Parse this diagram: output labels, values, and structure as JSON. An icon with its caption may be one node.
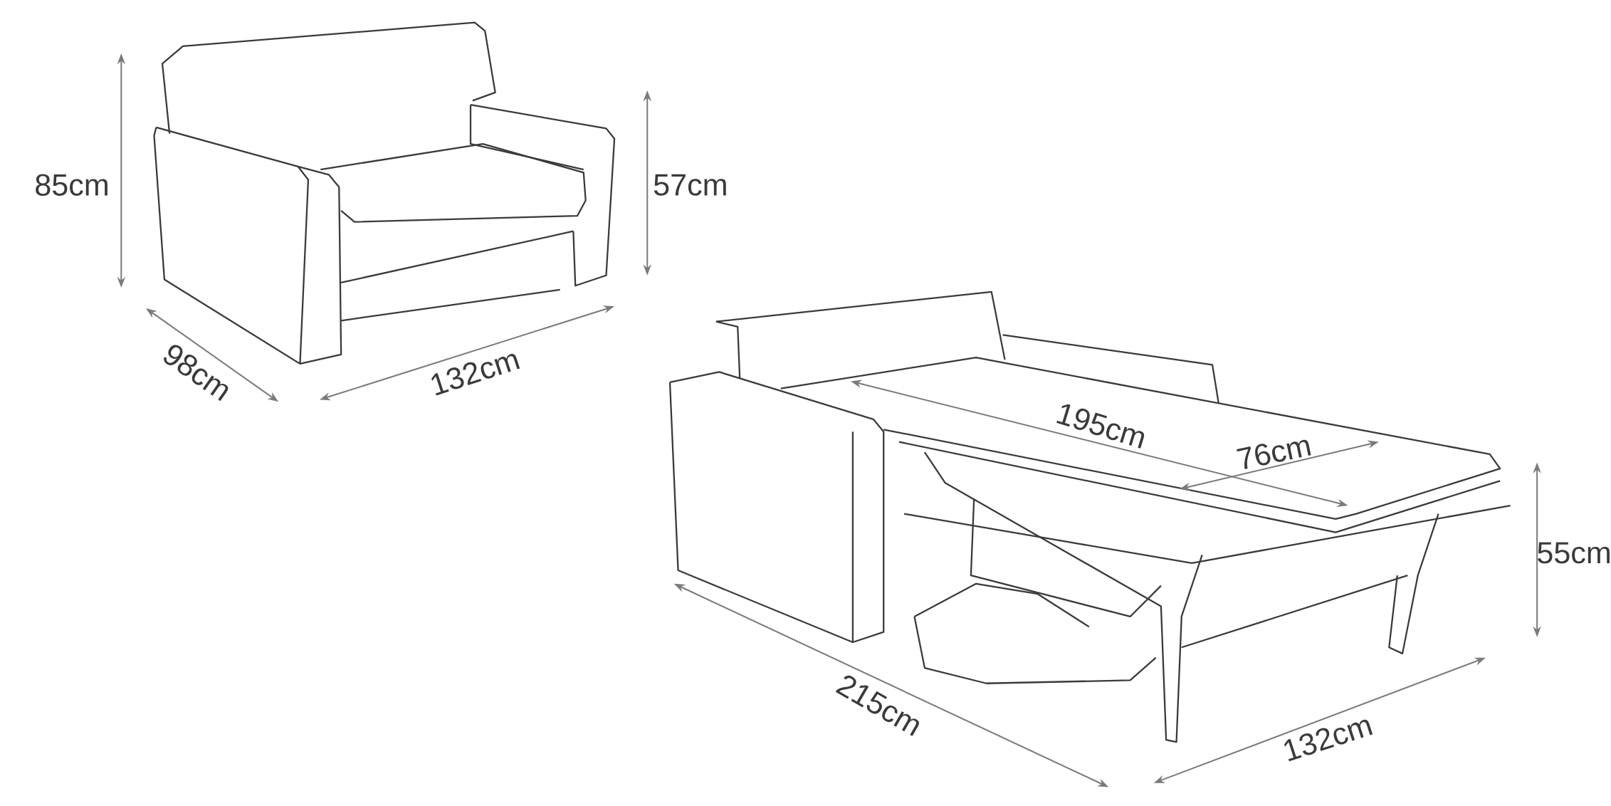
{
  "diagram": {
    "labels": [
      "85cm",
      "57cm",
      "98cm",
      "132cm",
      "195cm",
      "76cm",
      "55cm",
      "215cm",
      "132cm"
    ]
  }
}
